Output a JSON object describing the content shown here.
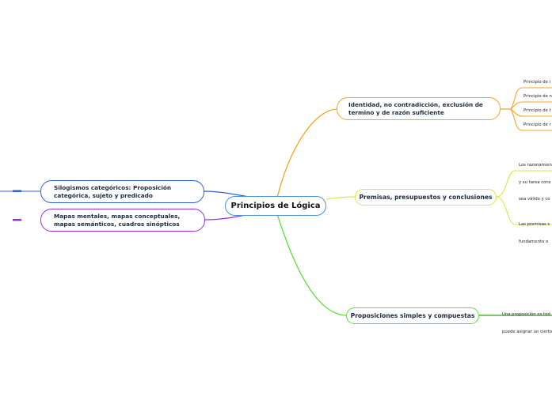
{
  "center": {
    "label": "Principios de Lógica",
    "border_color": "#4a90e2"
  },
  "branches": {
    "identidad": {
      "label": "Identidad, no contradicción, exclusión de termino y de razón suficiente",
      "line1": "Identidad, no contradicción, exclusión de",
      "line2": "termino y de razón suficiente",
      "color": "#f5a623",
      "leaves": [
        "Principio de i",
        "Principio de n",
        "Principio de t",
        "Principio de r"
      ]
    },
    "premisas": {
      "label": "Premisas, presupuestos y conclusiones",
      "color": "#d8e840",
      "leaves": [
        {
          "line1": "Los razonamien",
          "line2": "y su tarea cons",
          "line3": "sea válido y co"
        },
        {
          "line1": "Las premisas s",
          "line2": "fundamento o"
        }
      ]
    },
    "proposiciones": {
      "label": "Proposiciones simples y compuestas",
      "color": "#5ee23a",
      "leaves": [
        {
          "line1": "Una proposición es tod",
          "line2": "puede asignar un cierto"
        }
      ]
    },
    "silogismos": {
      "line1": "Silogismos categóricos: Proposición",
      "line2": "categórica, sujeto y predicado",
      "color": "#2f5fd6"
    },
    "mapas": {
      "line1": "Mapas mentales, mapas conceptuales,",
      "line2": "mapas semánticos, cuadros sinópticos",
      "color": "#9a2fd8"
    }
  }
}
